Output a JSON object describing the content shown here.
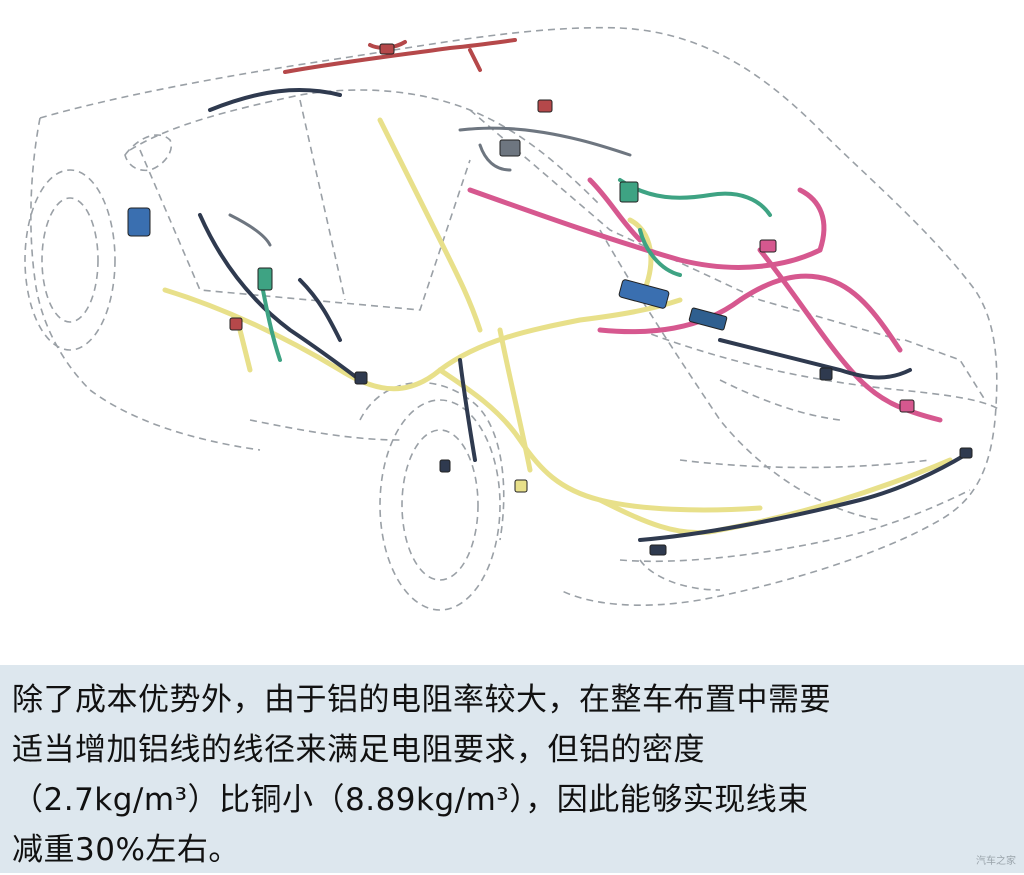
{
  "caption": {
    "lines": [
      "除了成本优势外，由于铝的电阻率较大，在整车布置中需要",
      "适当增加铝线的线径来满足电阻要求，但铝的密度",
      "（2.7kg/m³）比铜小（8.89kg/m³），因此能够实现线束",
      "减重30%左右。"
    ]
  },
  "watermark": "汽车之家",
  "colors": {
    "caption_bg": "#dde7ee",
    "harness_yellow": "#e8e08a",
    "harness_pink": "#d6588f",
    "harness_dark": "#2f3a4f",
    "harness_green": "#3ea383",
    "harness_blue": "#3a6fb0",
    "harness_red": "#b5484a"
  }
}
